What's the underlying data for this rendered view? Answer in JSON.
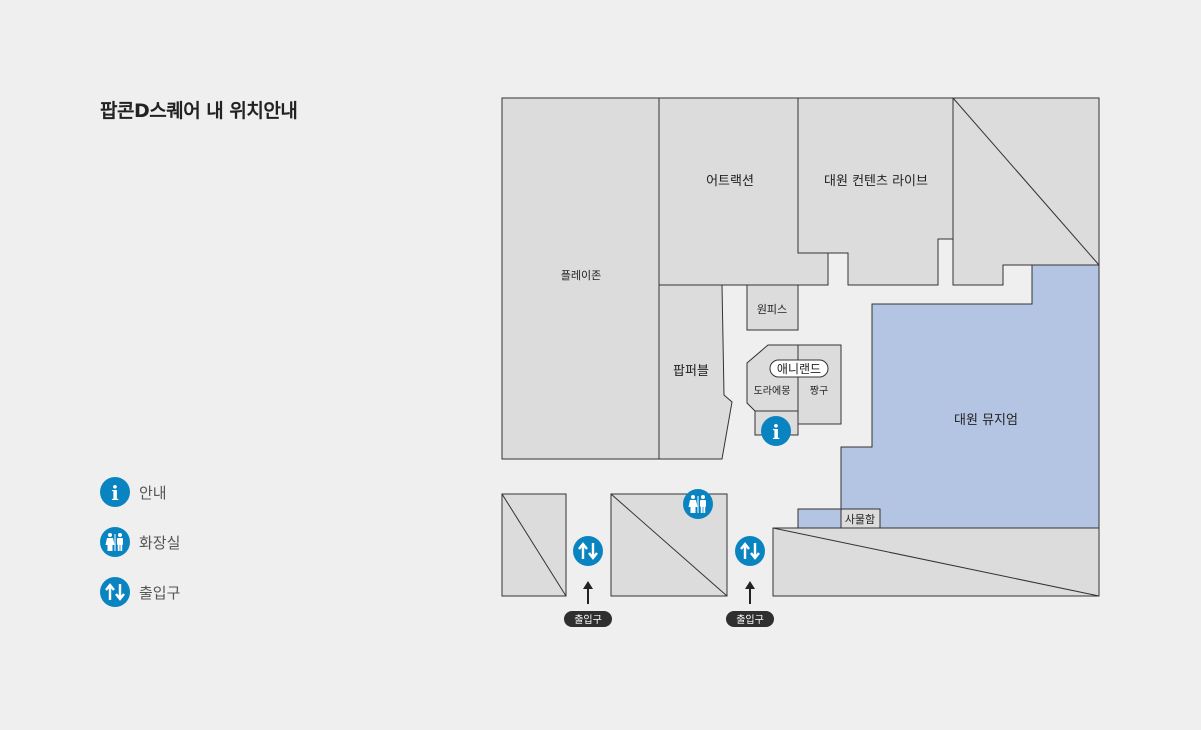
{
  "title": "팝콘D스퀘어 내 위치안내",
  "legend": [
    {
      "icon": "info-icon",
      "label": "안내"
    },
    {
      "icon": "restroom-icon",
      "label": "화장실"
    },
    {
      "icon": "entrance-icon",
      "label": "출입구"
    }
  ],
  "rooms": {
    "playzone": "플레이존",
    "attraction": "어트랙션",
    "daewon_contents_live": "대원 컨텐츠 라이브",
    "onepiece": "원피스",
    "poppuble": "팝퍼블",
    "aniland": "애니랜드",
    "doraemon": "도라에몽",
    "jjanggu": "짱구",
    "daewon_museum": "대원 뮤지엄",
    "locker": "사물함"
  },
  "entrances": [
    "출입구",
    "출입구"
  ],
  "colors": {
    "accent": "#0a84c1",
    "museum": "#b4c5e4",
    "room": "#dcdcdc"
  }
}
